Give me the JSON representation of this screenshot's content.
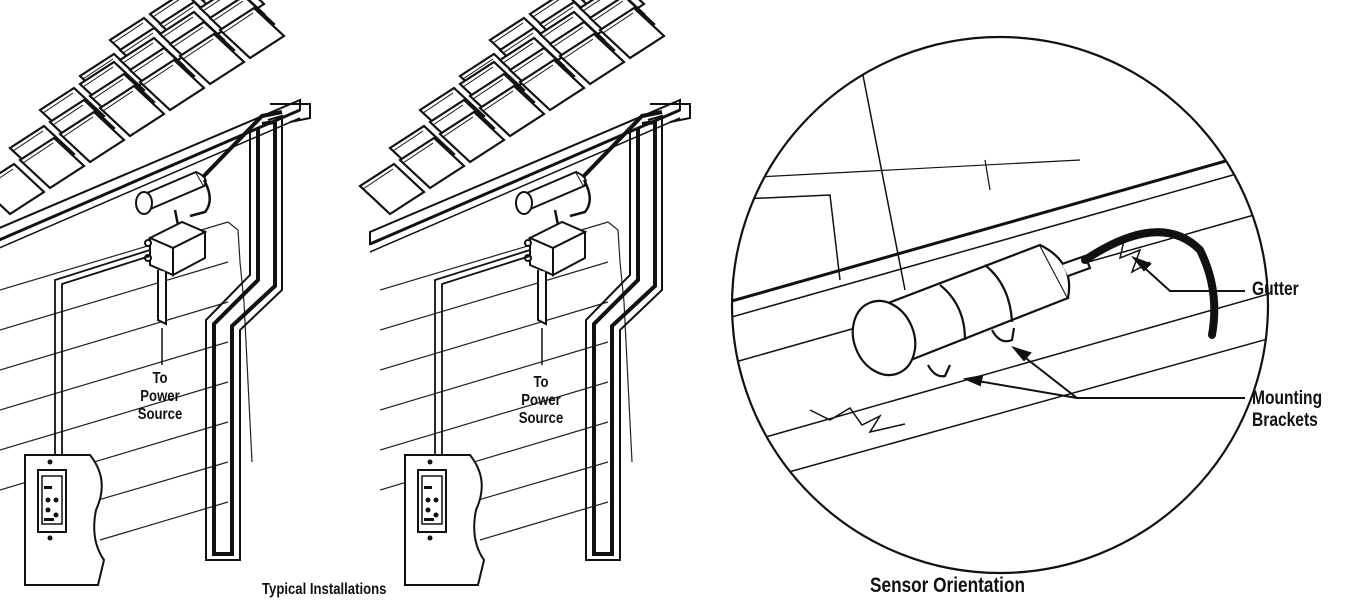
{
  "labels": {
    "power_source_1": [
      "To",
      "Power",
      "Source"
    ],
    "power_source_2": [
      "To",
      "Power",
      "Source"
    ],
    "gutter": "Gutter",
    "mounting_brackets": [
      "Mounting",
      "Brackets"
    ]
  },
  "captions": {
    "typical_installations": "Typical Installations",
    "sensor_orientation": "Sensor Orientation"
  }
}
